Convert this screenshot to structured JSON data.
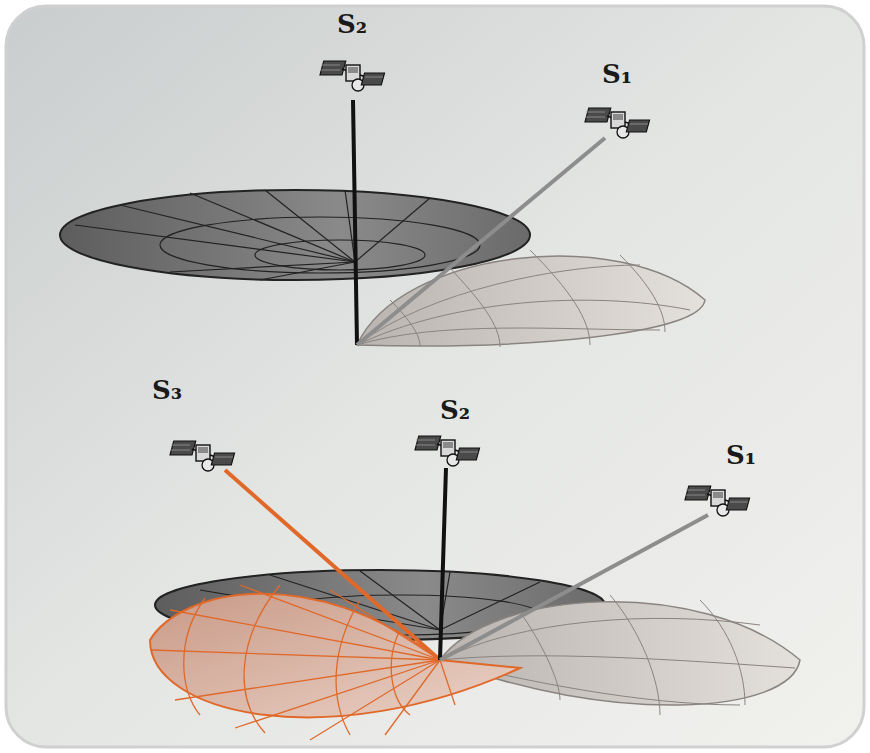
{
  "diagram": {
    "labels": [
      "S₂",
      "S₁",
      "S₃",
      "S₂",
      "S₁"
    ]
  }
}
